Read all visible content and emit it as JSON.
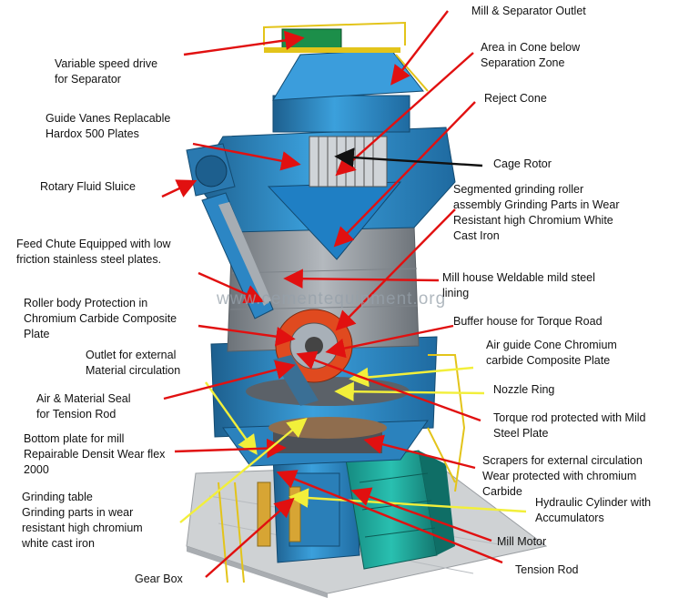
{
  "colors": {
    "machine_blue": "#2f8fcf",
    "machine_dark": "#1d5f8e",
    "motor_teal": "#1fa89a",
    "rail_yellow": "#e3c41a",
    "leader_red": "#e11010",
    "leader_yellow": "#f2ef3a",
    "leader_black": "#111111",
    "grey_metal": "#8a8f96"
  },
  "watermark": "www.cementequipment.org",
  "labels": [
    {
      "id": "mill-separator-outlet",
      "text": "Mill & Separator Outlet"
    },
    {
      "id": "variable-speed-drive",
      "text": "Variable speed drive\nfor Separator"
    },
    {
      "id": "area-in-cone",
      "text": "Area in Cone below\nSeparation Zone"
    },
    {
      "id": "reject-cone",
      "text": "Reject Cone"
    },
    {
      "id": "guide-vanes",
      "text": "Guide Vanes Replacable\nHardox 500 Plates"
    },
    {
      "id": "cage-rotor",
      "text": "Cage Rotor"
    },
    {
      "id": "rotary-fluid-sluice",
      "text": "Rotary Fluid Sluice"
    },
    {
      "id": "segmented-roller",
      "text": "Segmented grinding roller\nassembly Grinding Parts in Wear\nResistant high Chromium White\nCast Iron"
    },
    {
      "id": "feed-chute",
      "text": "Feed Chute Equipped with low\nfriction stainless steel plates."
    },
    {
      "id": "mill-house",
      "text": "Mill house Weldable mild steel\nlining"
    },
    {
      "id": "roller-body-protection",
      "text": "Roller body Protection in\nChromium Carbide Composite\nPlate"
    },
    {
      "id": "buffer-house",
      "text": "Buffer house for Torque Road"
    },
    {
      "id": "outlet-external",
      "text": "Outlet for external\nMaterial circulation"
    },
    {
      "id": "air-guide-cone",
      "text": "Air guide Cone Chromium\ncarbide Composite Plate"
    },
    {
      "id": "air-material-seal",
      "text": "Air & Material Seal\nfor Tension Rod"
    },
    {
      "id": "nozzle-ring",
      "text": "Nozzle Ring"
    },
    {
      "id": "torque-rod",
      "text": "Torque rod protected with Mild\nSteel Plate"
    },
    {
      "id": "bottom-plate",
      "text": "Bottom plate for mill\nRepairable Densit Wear flex\n2000"
    },
    {
      "id": "scrapers",
      "text": "Scrapers for external circulation\nWear protected with chromium\nCarbide"
    },
    {
      "id": "grinding-table",
      "text": "Grinding table\nGrinding parts in wear\nresistant high chromium\nwhite cast iron"
    },
    {
      "id": "hydraulic-cylinder",
      "text": "Hydraulic Cylinder with\nAccumulators"
    },
    {
      "id": "mill-motor",
      "text": "Mill Motor"
    },
    {
      "id": "gear-box",
      "text": "Gear Box"
    },
    {
      "id": "tension-rod",
      "text": "Tension Rod"
    }
  ]
}
